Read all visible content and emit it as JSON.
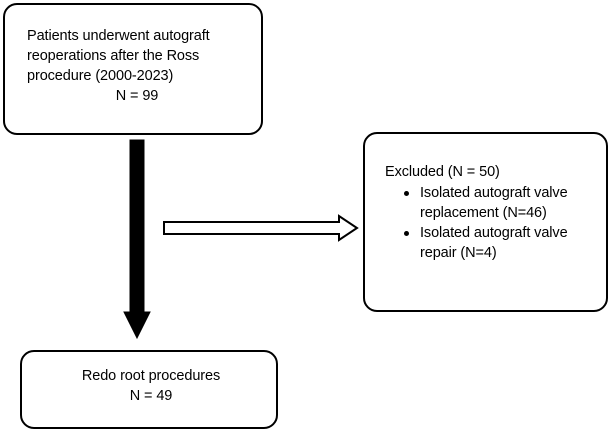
{
  "figure": {
    "type": "flowchart",
    "kind": "patient-selection-consort-diagram",
    "background_color": "#ffffff",
    "line_color": "#000000"
  },
  "nodes": {
    "enrolled": {
      "body": "Patients underwent autograft\nreoperations after the Ross\nprocedure (2000-2023)",
      "count": "N = 99"
    },
    "excluded": {
      "title": "Excluded (N = 50)",
      "bullets": [
        "Isolated autograft valve replacement (N=46)",
        "Isolated autograft valve repair (N=4)"
      ]
    },
    "redo": {
      "title": "Redo root procedures",
      "count": "N = 49"
    }
  },
  "connectors": [
    {
      "name": "enrolled-to-redo",
      "style": "solid-filled-block-arrow",
      "direction": "down",
      "color": "#000000"
    },
    {
      "name": "enrolled-to-excluded",
      "style": "hollow-outlined-block-arrow",
      "direction": "right",
      "color": "#000000",
      "fill": "#ffffff"
    }
  ]
}
